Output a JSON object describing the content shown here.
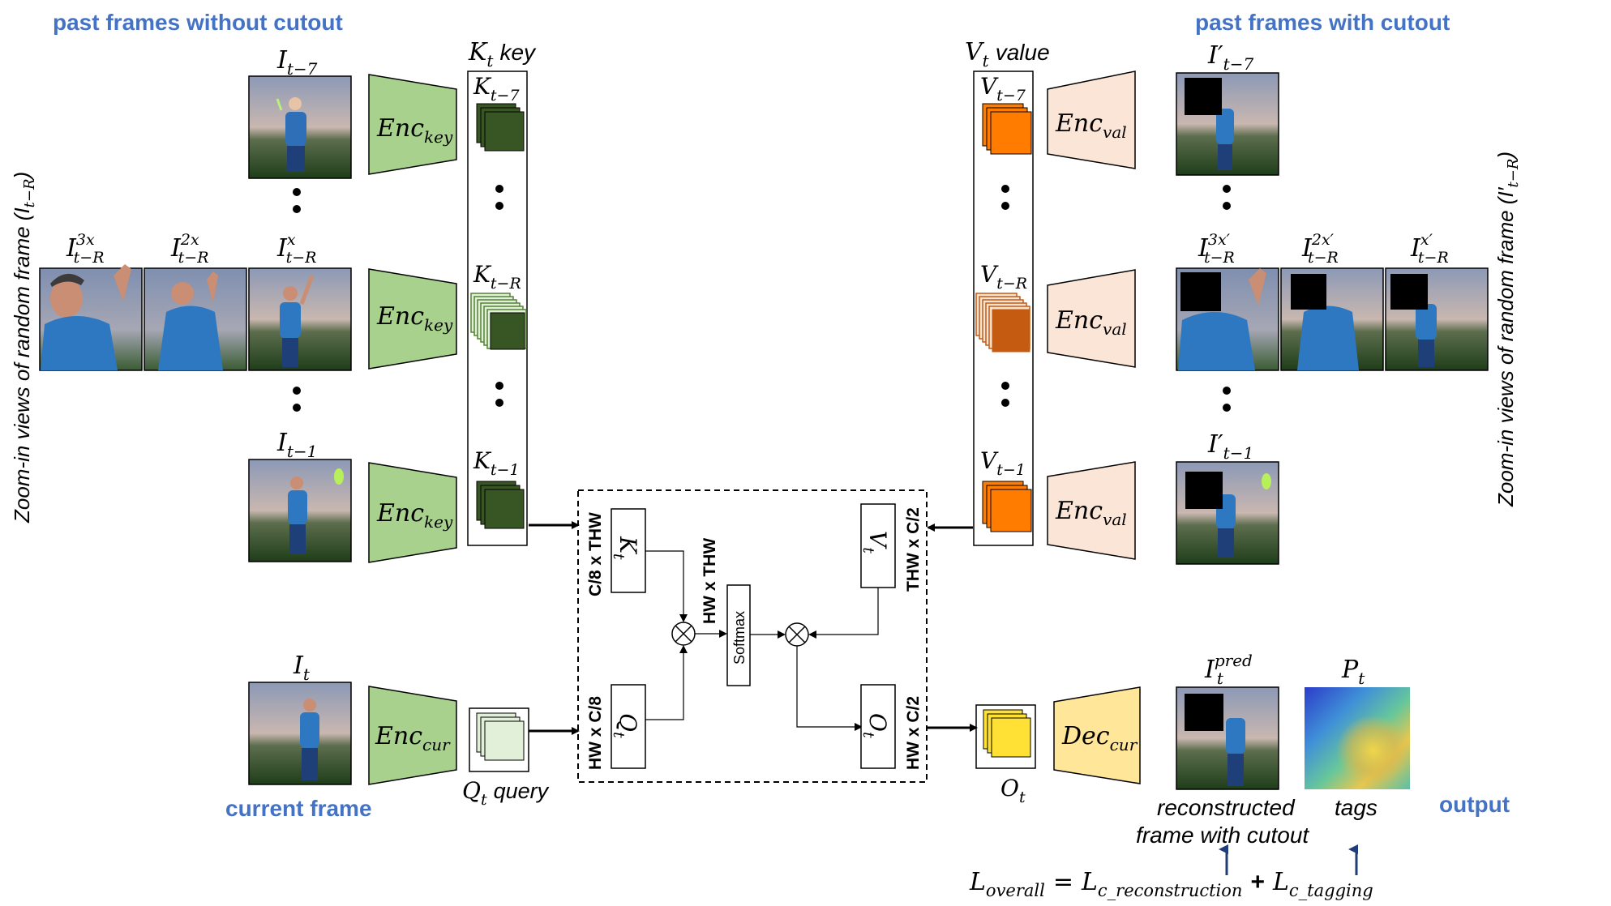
{
  "labels": {
    "past_without_cutout": "past frames without cutout",
    "past_with_cutout": "past frames with cutout",
    "current_frame": "current frame",
    "output": "output",
    "zoom_left": "Zoom-in views of random frame (I",
    "zoom_left_sub": "t−R",
    "zoom_right": "Zoom-in views of random frame (I′",
    "zoom_right_sub": "t−R",
    "key_title": "K",
    "key_title_sub": "t",
    "key_title_word": "key",
    "value_title": "V",
    "value_title_sub": "t",
    "value_title_word": "value",
    "query_title": "Q",
    "query_title_sub": "t",
    "query_title_word": "query",
    "o_label": "O",
    "o_label_sub": "t",
    "reconstructed_line1": "reconstructed",
    "reconstructed_line2": "frame with cutout",
    "tags": "tags",
    "pred_label": "I",
    "pred_sup": "pred",
    "pred_sub": "t",
    "p_label": "P",
    "p_sub": "t"
  },
  "frames_left": {
    "top": {
      "base": "I",
      "sub": "t−7"
    },
    "zoom3": {
      "base": "I",
      "sup": "3x",
      "sub": "t−R"
    },
    "zoom2": {
      "base": "I",
      "sup": "2x",
      "sub": "t−R"
    },
    "zoom1": {
      "base": "I",
      "sup": "x",
      "sub": "t−R"
    },
    "bottom": {
      "base": "I",
      "sub": "t−1"
    },
    "current": {
      "base": "I",
      "sub": "t"
    }
  },
  "frames_right": {
    "top": {
      "base": "I′",
      "sub": "t−7"
    },
    "zoom3": {
      "base": "I",
      "sup": "3x′",
      "sub": "t−R"
    },
    "zoom2": {
      "base": "I",
      "sup": "2x′",
      "sub": "t−R"
    },
    "zoom1": {
      "base": "I",
      "sup": "x′",
      "sub": "t−R"
    },
    "bottom": {
      "base": "I′",
      "sub": "t−1"
    }
  },
  "encoders": {
    "key": {
      "base": "Enc",
      "sub": "key"
    },
    "val": {
      "base": "Enc",
      "sub": "val"
    },
    "cur": {
      "base": "Enc",
      "sub": "cur"
    },
    "dec": {
      "base": "Dec",
      "sub": "cur"
    }
  },
  "key_entries": [
    {
      "base": "K",
      "sub": "t−7"
    },
    {
      "base": "K",
      "sub": "t−R"
    },
    {
      "base": "K",
      "sub": "t−1"
    }
  ],
  "value_entries": [
    {
      "base": "V",
      "sub": "t−7"
    },
    {
      "base": "V",
      "sub": "t−R"
    },
    {
      "base": "V",
      "sub": "t−1"
    }
  ],
  "attention": {
    "k": {
      "base": "K",
      "sub": "t"
    },
    "q": {
      "base": "Q",
      "sub": "t"
    },
    "v": {
      "base": "V",
      "sub": "t"
    },
    "o": {
      "base": "O",
      "sub": "t"
    },
    "k_dim": "C/8 x THW",
    "q_dim": "HW x C/8",
    "kq_dim": "HW x THW",
    "v_dim": "THW x C/2",
    "o_dim": "HW x C/2",
    "softmax": "Softmax"
  },
  "loss": {
    "lhs": "L",
    "lhs_sub": "overall",
    "eq": "=",
    "t1": "L",
    "t1_sub": "c_reconstruction",
    "plus": "+",
    "t2": "L",
    "t2_sub": "c_tagging"
  },
  "colors": {
    "enc_green": "#a9d18e",
    "enc_peach": "#fbe5d6",
    "dec_yellow": "#ffe699",
    "key_dark": "#375623",
    "key_light": "#e2f0d9",
    "val_orange": "#ff7c00",
    "val_brown": "#c55a11",
    "out_yellow": "#ffe135",
    "blue_label": "#4472c4"
  }
}
